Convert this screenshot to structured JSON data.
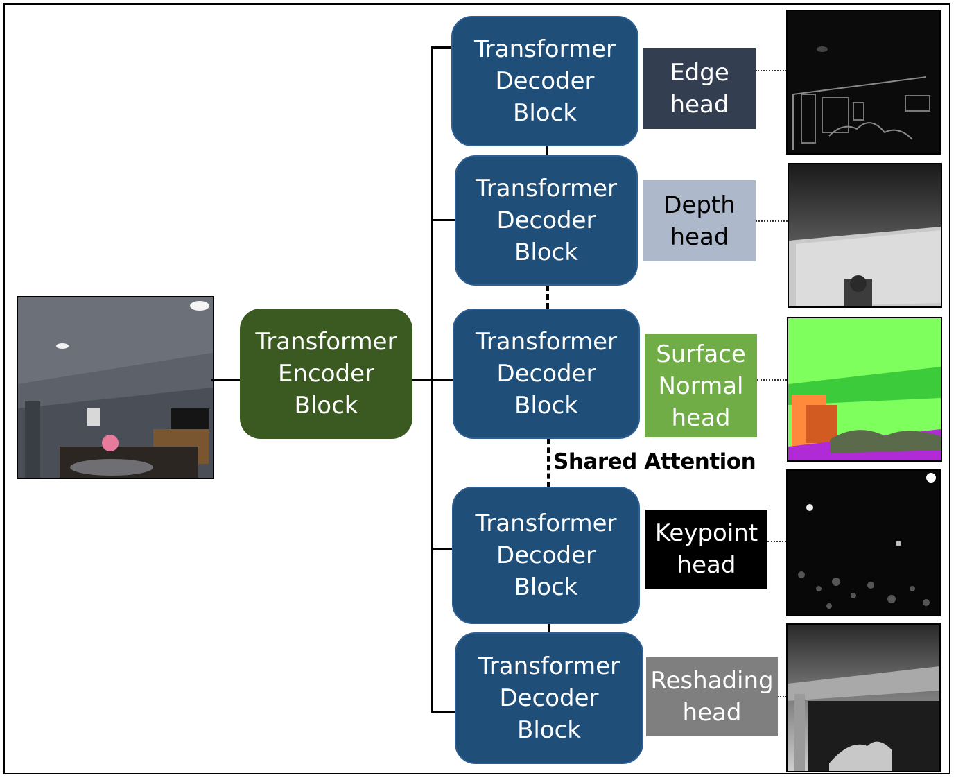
{
  "encoder": {
    "label": [
      "Transformer",
      "Encoder",
      "Block"
    ]
  },
  "decoder_label": [
    "Transformer",
    "Decoder",
    "Block"
  ],
  "heads": [
    {
      "name": "edge",
      "label": [
        "Edge",
        "head"
      ],
      "bg": "#333f50",
      "color": "#ffffff"
    },
    {
      "name": "depth",
      "label": [
        "Depth",
        "head"
      ],
      "bg": "#adb9ca",
      "color": "#000000"
    },
    {
      "name": "surface-normal",
      "label": [
        "Surface",
        "Normal",
        "head"
      ],
      "bg": "#70ad47",
      "color": "#ffffff"
    },
    {
      "name": "keypoint",
      "label": [
        "Keypoint",
        "head"
      ],
      "bg": "#000000",
      "color": "#ffffff"
    },
    {
      "name": "reshading",
      "label": [
        "Reshading",
        "head"
      ],
      "bg": "#7f7f7f",
      "color": "#ffffff"
    }
  ],
  "shared_attention": "Shared Attention",
  "colors": {
    "decoder_block": "#1f4e79",
    "encoder_block": "#3b5a22"
  }
}
